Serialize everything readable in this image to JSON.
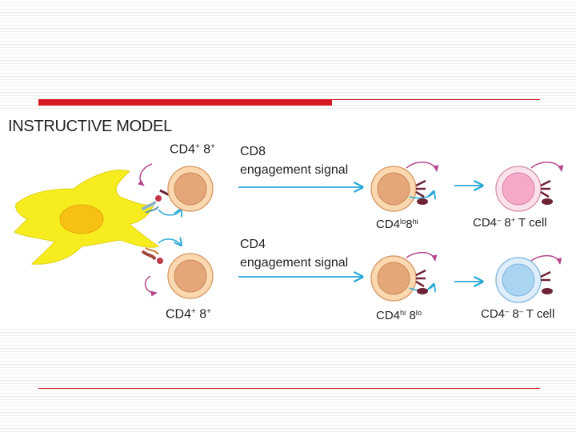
{
  "diagram": {
    "title": "INSTRUCTIVE MODEL",
    "top_path": {
      "start_cell": {
        "label_a": "CD4",
        "sup_a": "+",
        "label_b": "8",
        "sup_b": "+"
      },
      "signal_line1": "CD8",
      "signal_line2": "engagement signal",
      "mid_cell": {
        "label_a": "CD4",
        "sup_a": "lo",
        "label_b": "8",
        "sup_b": "hi"
      },
      "end_cell": {
        "label_a": "CD4",
        "sup_a": "–",
        "label_b": "8",
        "sup_b": "+",
        "suffix": "T cell"
      }
    },
    "bottom_path": {
      "start_cell": {
        "label_a": "CD4",
        "sup_a": "+",
        "label_b": "8",
        "sup_b": "+"
      },
      "signal_line1": "CD4",
      "signal_line2": "engagement signal",
      "mid_cell": {
        "label_a": "CD4",
        "sup_a": "hi",
        "label_b": "8",
        "sup_b": "lo"
      },
      "end_cell": {
        "label_a": "CD4",
        "sup_a": "–",
        "label_b": "8",
        "sup_b": "–",
        "suffix": "T cell"
      }
    }
  },
  "colors": {
    "accent_red": "#d71920",
    "arrow_blue": "#29a8d8",
    "dendritic_cell": "#f7ec1e",
    "nucleus_orange": "#f6c112",
    "thymocyte_outer": "#fbd8b0",
    "thymocyte_inner": "#e5a679",
    "cd8_t_cell": "#f5a9c7",
    "cd4_t_cell": "#a9d4f2",
    "receptor_magenta": "#b5478e",
    "coreceptor_maroon": "#6b2335"
  }
}
